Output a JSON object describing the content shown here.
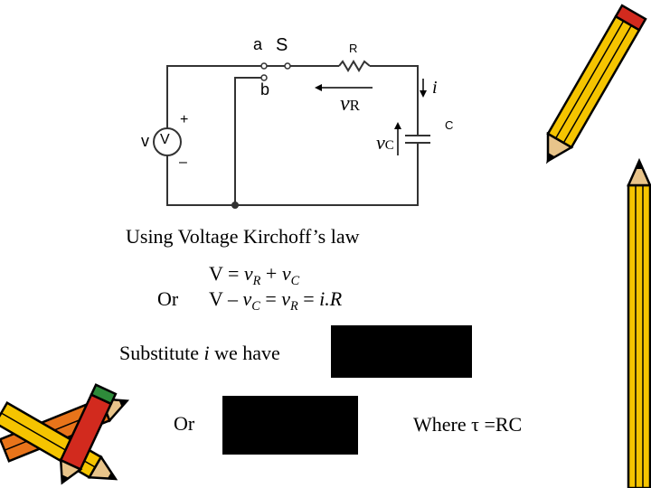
{
  "circuit": {
    "label_a": "a",
    "label_s": "S",
    "label_b": "b",
    "label_r": "R",
    "label_c": "C",
    "label_v": "v",
    "label_v_symbol": "V",
    "plus": "+",
    "minus": "–",
    "label_i": "i",
    "vr_main": "v",
    "vr_sub": "R",
    "vc_main": "v",
    "vc_sub": "C"
  },
  "text": {
    "kvl_heading": "Using Voltage Kirchoff’s law",
    "eq1_lhs": "V  =  ",
    "eq1_v1": "v",
    "eq1_s1": "R",
    "eq1_mid": " + ",
    "eq1_v2": "v",
    "eq1_s2": "C",
    "or1": "Or",
    "eq2_lhs": "V – ",
    "eq2_v1": "v",
    "eq2_s1": "C",
    "eq2_mid": "  =  ",
    "eq2_v2": "v",
    "eq2_s2": "R",
    "eq2_mid2": "  =  ",
    "eq2_rhs": "i.R",
    "substitute_pre": "Substitute ",
    "substitute_i": "i",
    "substitute_post": " we have",
    "or2": "Or",
    "where": "Where τ =RC"
  },
  "colors": {
    "pencil_yellow": "#F5C400",
    "pencil_orange": "#E8741A",
    "pencil_red": "#D22A1E",
    "pencil_green": "#2E8B3A",
    "wire": "#333333"
  }
}
